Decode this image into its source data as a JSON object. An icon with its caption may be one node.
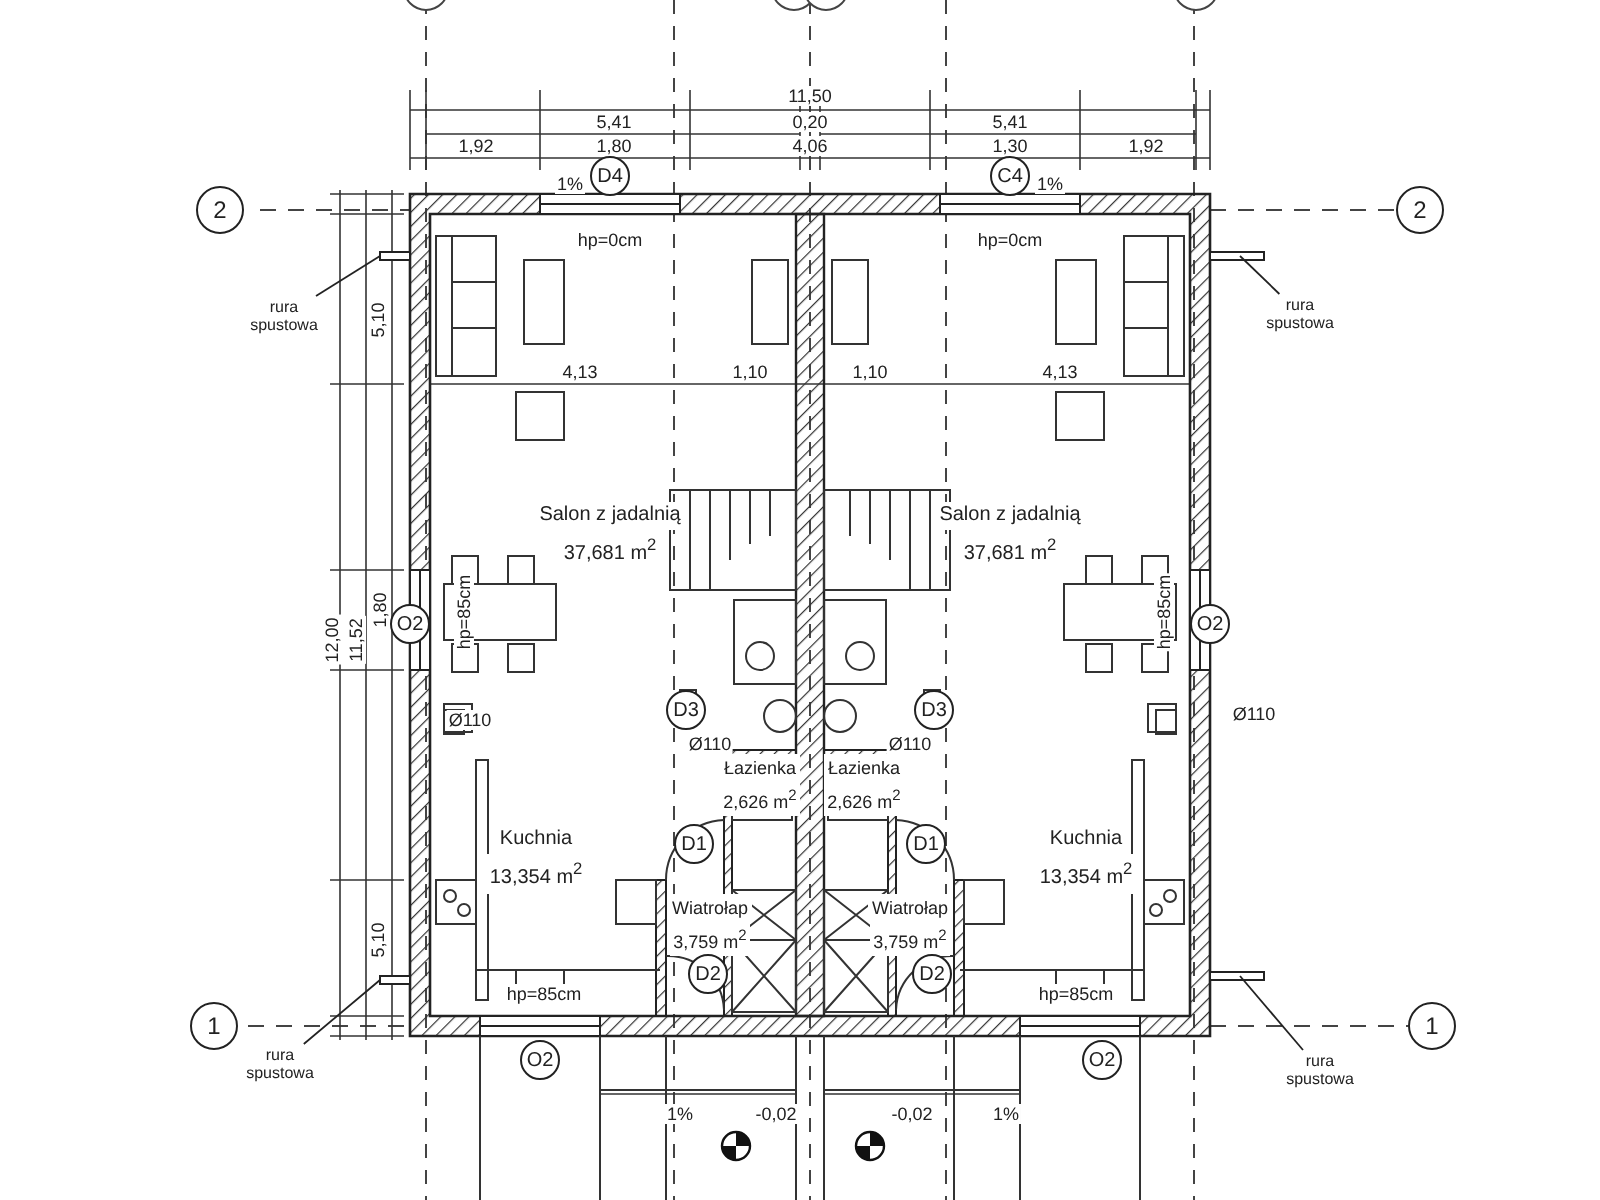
{
  "diagram": {
    "nodes": [
      {
        "text": [
          "2"
        ]
      },
      {
        "text": [
          "2"
        ]
      },
      {
        "text": [
          "1"
        ]
      },
      {
        "text": [
          "1"
        ]
      },
      {
        "text": [
          "D4"
        ]
      },
      {
        "text": [
          "C4"
        ]
      },
      {
        "text": [
          "Salon z jadalnią",
          "37,681 m$^{2}$"
        ]
      },
      {
        "text": [
          "Salon z jadalnią",
          "37,681 m$^{2}$"
        ]
      },
      {
        "text": [
          "O2"
        ]
      },
      {
        "text": [
          "O2"
        ]
      },
      {
        "text": [
          "D3"
        ]
      },
      {
        "text": [
          "D3"
        ]
      },
      {
        "text": [
          "Łazienka",
          "2,626 m$^{2}$"
        ]
      },
      {
        "text": [
          "Łazienka",
          "2,626 m$^{2}$"
        ]
      },
      {
        "text": [
          "Kuchnia",
          "13,354 m$^{2}$"
        ]
      },
      {
        "text": [
          "Kuchnia",
          "13,354 m$^{2}$"
        ]
      },
      {
        "text": [
          "D1"
        ]
      },
      {
        "text": [
          "D1"
        ]
      },
      {
        "text": [
          "Wiatrołap",
          "3,759 m$^{2}$"
        ]
      },
      {
        "text": [
          "Wiatrołap",
          "3,759 m$^{2}$"
        ]
      },
      {
        "text": [
          "D2"
        ]
      },
      {
        "text": [
          "D2"
        ]
      },
      {
        "text": [
          "O2"
        ]
      },
      {
        "text": [
          "O2"
        ]
      },
      {
        "text": [
          "rura spustowa"
        ]
      },
      {
        "text": [
          "rura spustowa"
        ]
      },
      {
        "text": [
          "rura spustowa"
        ]
      },
      {
        "text": [
          "rura spustowa"
        ]
      }
    ],
    "edges": [
      {
        "from": 24,
        "to": null,
        "arrow": "none"
      },
      {
        "from": 25,
        "to": null,
        "arrow": "none"
      },
      {
        "from": 26,
        "to": null,
        "arrow": "none"
      },
      {
        "from": 27,
        "to": null,
        "arrow": "none"
      }
    ],
    "labels": [
      "11,50",
      "5,41",
      "0,20",
      "5,41",
      "1,92",
      "1,80",
      "4,06",
      "1,30",
      "1,92",
      "1%",
      "1%",
      "hp=0cm",
      "hp=0cm",
      "4,13",
      "1,10",
      "1,10",
      "4,13",
      "5,10",
      "12,00",
      "11,52",
      "1,80",
      "hp=85cm",
      "hp=85cm",
      "Ø110",
      "Ø110",
      "Ø110",
      "Ø110",
      "5,10",
      "hp=85cm",
      "hp=85cm",
      "1%",
      "-0,02",
      "-0,02",
      "1%"
    ]
  }
}
